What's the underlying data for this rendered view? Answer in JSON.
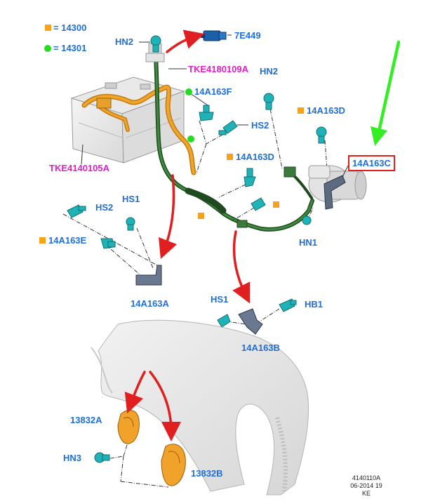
{
  "legend": {
    "square_code": "14300",
    "dot_code": "14301",
    "equals": "="
  },
  "labels": {
    "hn2_top": "HN2",
    "e449": "7E449",
    "tke4180109a": "TKE4180109A",
    "hn2_right": "HN2",
    "f14a163f": "14A163F",
    "hs2_mid": "HS2",
    "d14a163d_right": "14A163D",
    "c14a163c": "14A163C",
    "tke4140105a": "TKE4140105A",
    "d14a163d_mid": "14A163D",
    "hs2_left": "HS2",
    "hs1_left": "HS1",
    "e14a163e": "14A163E",
    "hn1": "HN1",
    "a14a163a": "14A163A",
    "hs1_right": "HS1",
    "hb1": "HB1",
    "b14a163b": "14A163B",
    "a13832a": "13832A",
    "hn3": "HN3",
    "b13832b": "13832B"
  },
  "footer": {
    "line1": "4140110A",
    "line2": "06-2014 19",
    "line3": "KE"
  },
  "colors": {
    "label_blue": "#1f6fd6",
    "label_magenta": "#e11ec8",
    "arrow_red": "#e02020",
    "arrow_green": "#33ee22",
    "legend_orange": "#f7a21a",
    "legend_green": "#22dd22",
    "cable_green": "#2e6b2e",
    "cable_orange": "#e39a1f",
    "fastener_teal": "#1fb3b8"
  }
}
